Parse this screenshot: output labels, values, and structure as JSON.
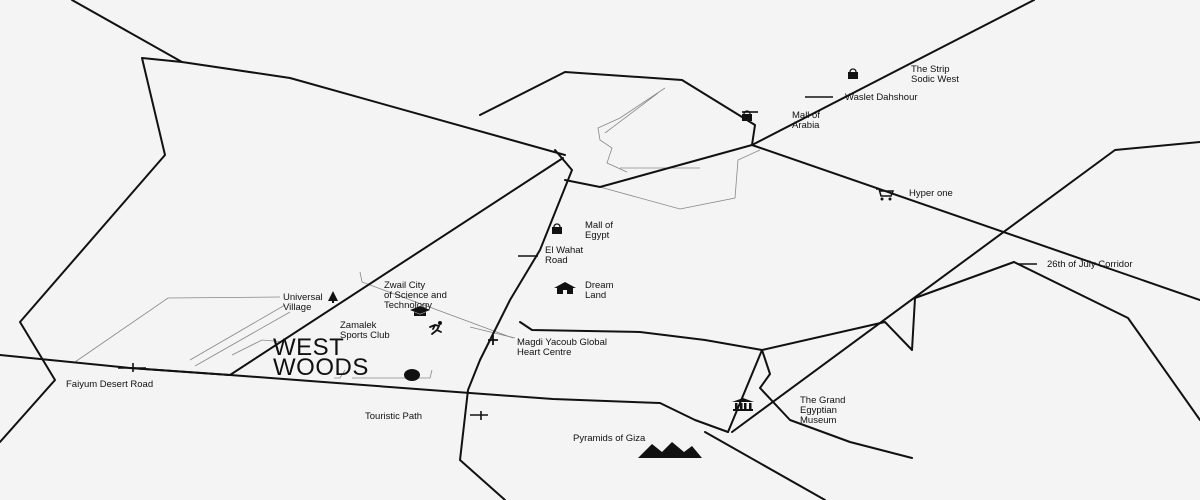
{
  "map": {
    "background_color": "#f4f4f4",
    "road_color": "#111111",
    "logo": "WEST\nWOODS",
    "places": [
      {
        "id": "the-strip",
        "name": "The Strip\nSodic West",
        "icon": "shopping-bag-icon"
      },
      {
        "id": "waslet-dahshour",
        "name": "Waslet Dahshour",
        "icon": "road-tick"
      },
      {
        "id": "mall-of-arabia",
        "name": "Mall of\nArabia",
        "icon": "shopping-bag-icon"
      },
      {
        "id": "hyper-one",
        "name": "Hyper one",
        "icon": "shopping-cart-icon"
      },
      {
        "id": "26th-july",
        "name": "26th of July Corridor",
        "icon": "road-tick"
      },
      {
        "id": "mall-of-egypt",
        "name": "Mall of\nEgypt",
        "icon": "shopping-bag-icon"
      },
      {
        "id": "el-wahat",
        "name": "El Wahat\nRoad",
        "icon": "road-tick"
      },
      {
        "id": "dream-land",
        "name": "Dream\nLand",
        "icon": "house-icon"
      },
      {
        "id": "zwail",
        "name": "Zwail City\nof Science and\nTechnology",
        "icon": "graduation-cap-icon"
      },
      {
        "id": "universal-village",
        "name": "Universal\nVillage",
        "icon": "tree-icon"
      },
      {
        "id": "zamalek",
        "name": "Zamalek\nSports Club",
        "icon": "runner-icon"
      },
      {
        "id": "magdi-yacoub",
        "name": "Magdi  Yacoub Global\nHeart Centre",
        "icon": "plus-icon"
      },
      {
        "id": "faiyum",
        "name": "Faiyum Desert Road",
        "icon": "road-tick"
      },
      {
        "id": "touristic-path",
        "name": "Touristic Path",
        "icon": "road-tick"
      },
      {
        "id": "grand-museum",
        "name": "The Grand\nEgyptian\nMuseum",
        "icon": "museum-icon"
      },
      {
        "id": "pyramids",
        "name": "Pyramids of Giza",
        "icon": "pyramids-icon"
      }
    ]
  }
}
